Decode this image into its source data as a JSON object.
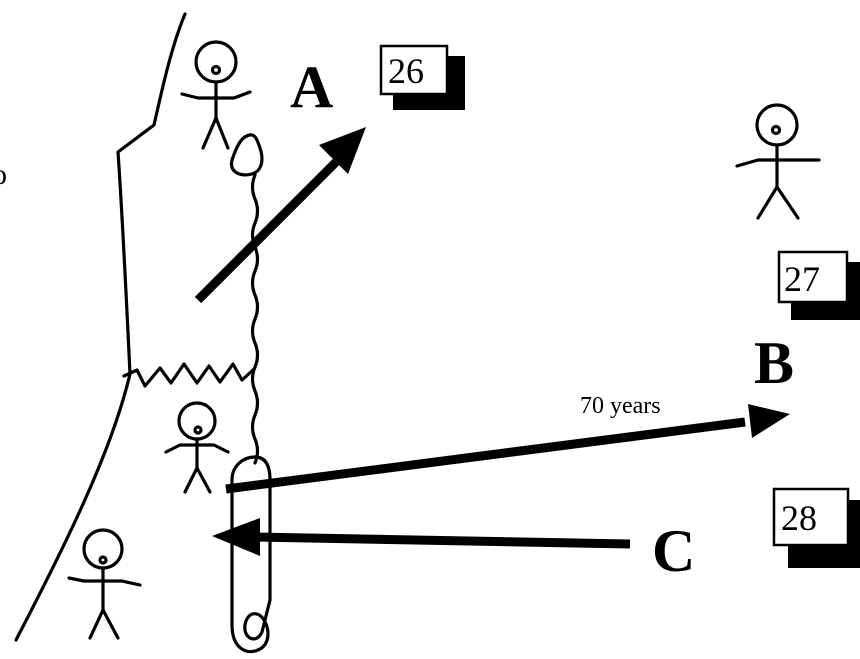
{
  "labels": {
    "a": "A",
    "b": "B",
    "c": "C",
    "edge_char": "o"
  },
  "boxes": {
    "box_a": "26",
    "box_b": "27",
    "box_c": "28"
  },
  "arrows": {
    "b_label": "70 years"
  }
}
